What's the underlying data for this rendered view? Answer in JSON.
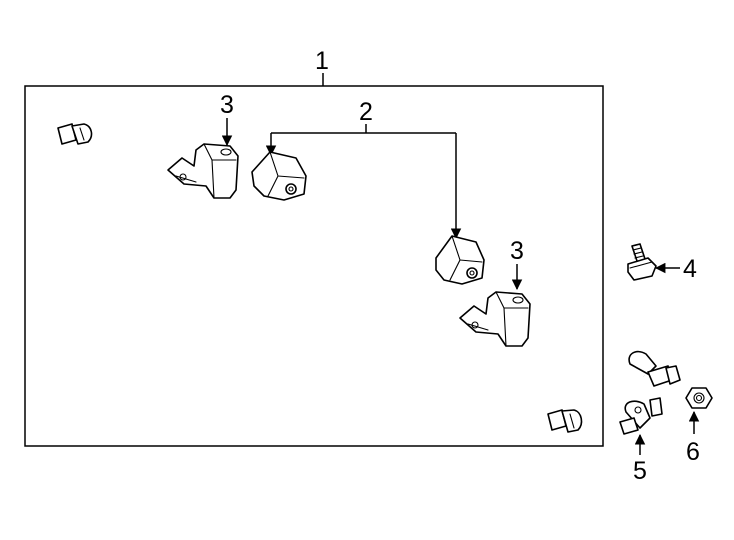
{
  "callouts": {
    "c1": "1",
    "c2": "2",
    "c3a": "3",
    "c3b": "3",
    "c4": "4",
    "c5": "5",
    "c6": "6"
  },
  "parts": [
    {
      "callout": "1",
      "icon": "stabilizer-bar-icon"
    },
    {
      "callout": "2",
      "icon": "bushing-icon"
    },
    {
      "callout": "3",
      "icon": "bushing-bracket-icon"
    },
    {
      "callout": "4",
      "icon": "bolt-icon"
    },
    {
      "callout": "5",
      "icon": "stabilizer-link-icon"
    },
    {
      "callout": "6",
      "icon": "nut-icon"
    }
  ],
  "colors": {
    "line": "#000000",
    "background": "#ffffff"
  }
}
